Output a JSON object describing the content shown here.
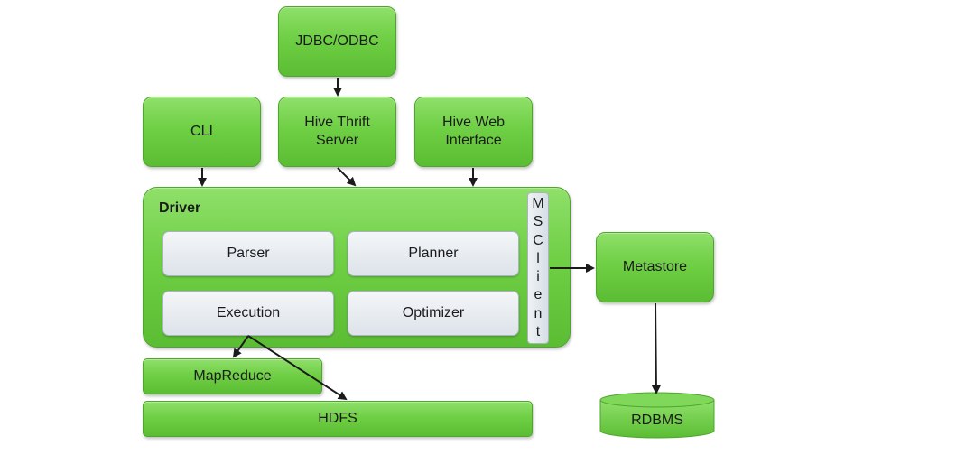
{
  "nodes": {
    "jdbc_odbc": "JDBC/ODBC",
    "cli": "CLI",
    "hive_thrift_server": "Hive Thrift Server",
    "hive_web_interface": "Hive Web Interface",
    "driver": "Driver",
    "parser": "Parser",
    "planner": "Planner",
    "execution": "Execution",
    "optimizer": "Optimizer",
    "msclient_letters": [
      "M",
      "S",
      "C",
      "l",
      "i",
      "e",
      "n",
      "t"
    ],
    "metastore": "Metastore",
    "mapreduce": "MapReduce",
    "hdfs": "HDFS",
    "rdbms": "RDBMS"
  },
  "colors": {
    "node_green": "#6fcf45",
    "node_border": "#4ea62c",
    "inner_box": "#dde3ea",
    "arrow": "#1b1b1b"
  }
}
